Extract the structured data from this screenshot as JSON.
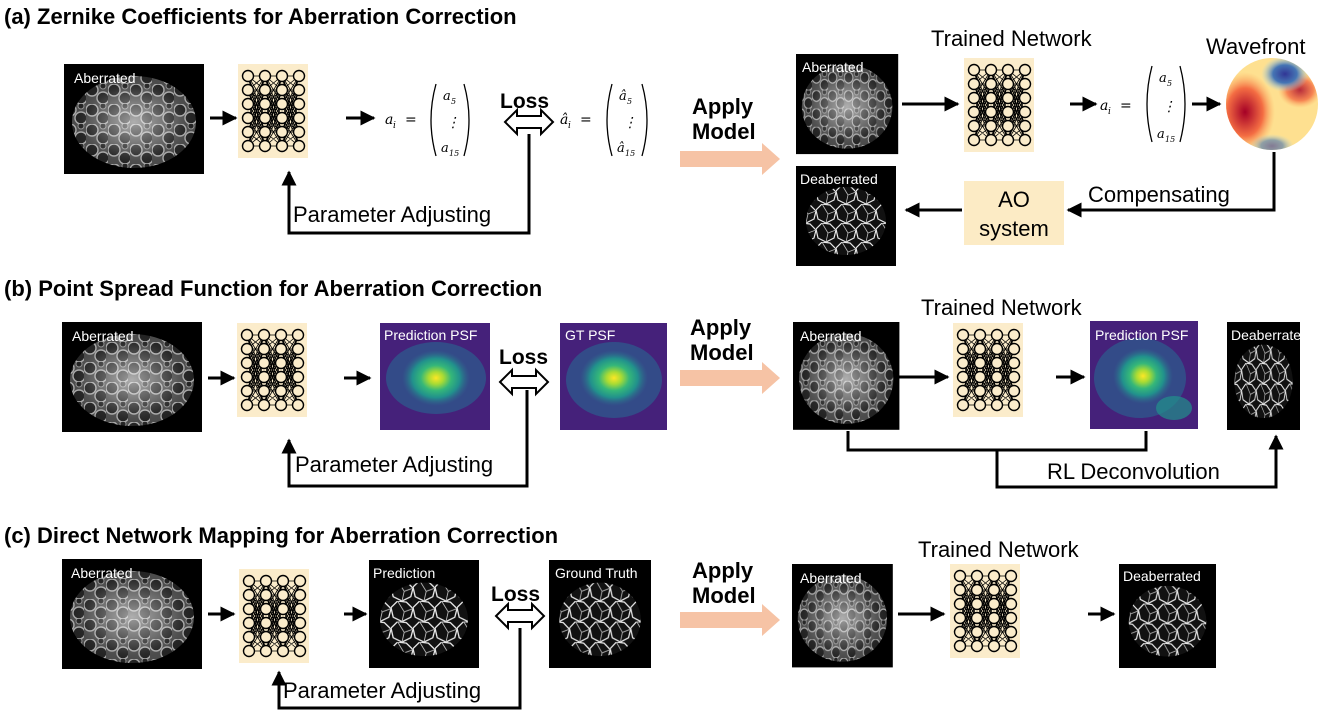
{
  "panels": {
    "a": {
      "title": "(a)  Zernike Coefficients for Aberration Correction",
      "img_aberrated": "Aberrated",
      "img_aberrated_right": "Aberrated",
      "img_deaberrated": "Deaberrated",
      "loss": "Loss",
      "param_adjust": "Parameter Adjusting",
      "apply_model_line1": "Apply",
      "apply_model_line2": "Model",
      "trained_network": "Trained Network",
      "wavefront": "Wavefront",
      "compensating": "Compensating",
      "ao_line1": "AO",
      "ao_line2": "system",
      "vec_lhs": "a",
      "vec_lhs_sub": "i",
      "vec_hat_lhs": "â",
      "vec_top": "a",
      "vec_top_sub": "5",
      "vec_bottom": "a",
      "vec_bottom_sub": "15",
      "vec_hat_top": "â",
      "vec_hat_bottom": "â",
      "equals": "=",
      "vdots": "⋮"
    },
    "b": {
      "title": "(b)  Point Spread Function for Aberration Correction",
      "img_aberrated": "Aberrated",
      "img_pred_psf": "Prediction PSF",
      "img_gt_psf": "GT PSF",
      "loss": "Loss",
      "param_adjust": "Parameter Adjusting",
      "apply_model_line1": "Apply",
      "apply_model_line2": "Model",
      "trained_network": "Trained Network",
      "img_aberrated_right": "Aberrated",
      "img_pred_psf_right": "Prediction PSF",
      "img_deaberrated": "Deaberrated",
      "rl": "RL Deconvolution"
    },
    "c": {
      "title": "(c) Direct Network Mapping for Aberration Correction",
      "img_aberrated": "Aberrated",
      "img_prediction": "Prediction",
      "img_ground_truth": "Ground Truth",
      "loss": "Loss",
      "param_adjust": "Parameter Adjusting",
      "apply_model_line1": "Apply",
      "apply_model_line2": "Model",
      "trained_network": "Trained Network",
      "img_aberrated_right": "Aberrated",
      "img_deaberrated": "Deaberrated"
    }
  },
  "colors": {
    "network_bg": "#fbeccb",
    "ao_box_bg": "#fcebc5",
    "apply_arrow": "#f6c3a5",
    "psf_bg": "#45217a",
    "psf_mid": "#21918c",
    "psf_peak": "#fde725",
    "micro_bg": "#000000",
    "micro_cell": "#bfbfbf"
  },
  "icons": {
    "network": "neural-network-icon",
    "double_arrow": "double-arrow-icon",
    "wavefront": "wavefront-map-icon"
  }
}
